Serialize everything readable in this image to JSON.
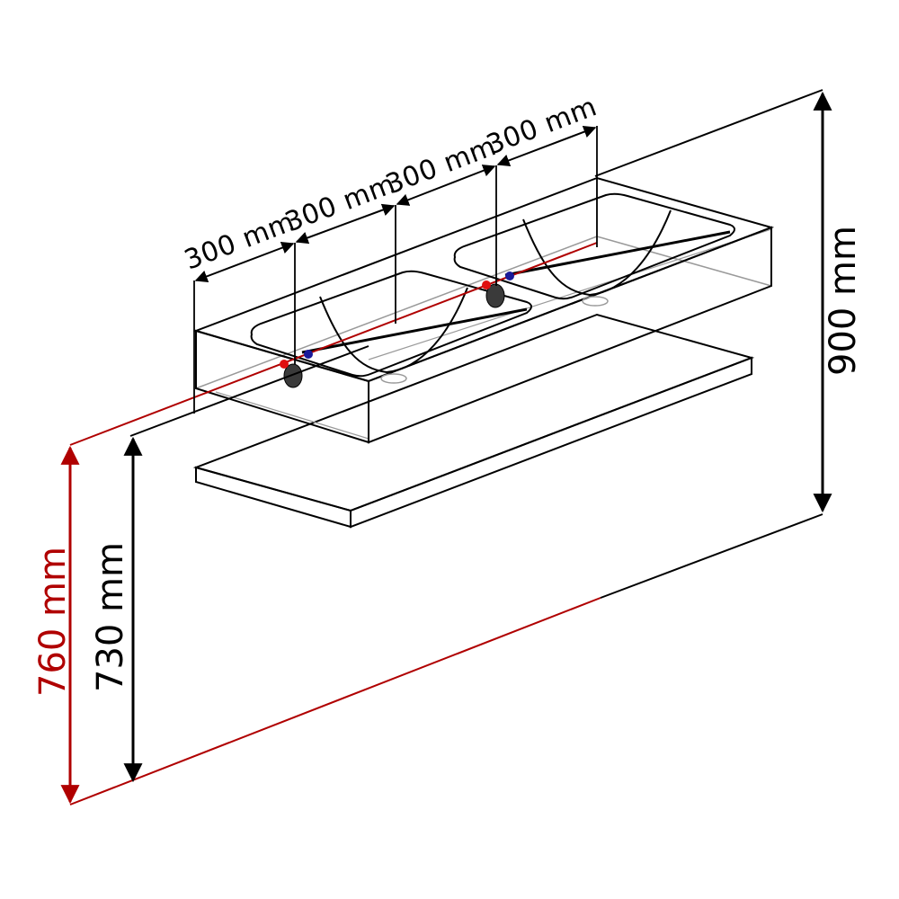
{
  "dimensions": {
    "spacing_1": "300 mm",
    "spacing_2": "300 mm",
    "spacing_3": "300 mm",
    "spacing_4": "300 mm",
    "mount_height": "900 mm",
    "counter_height_red": "760 mm",
    "counter_height_black": "730 mm"
  },
  "colors": {
    "line": "#000000",
    "faint_line": "#9a9a9a",
    "red": "#b00000",
    "hot_dot": "#e01010",
    "cold_dot": "#1a1a9a",
    "drain": "#3a3a3a"
  }
}
